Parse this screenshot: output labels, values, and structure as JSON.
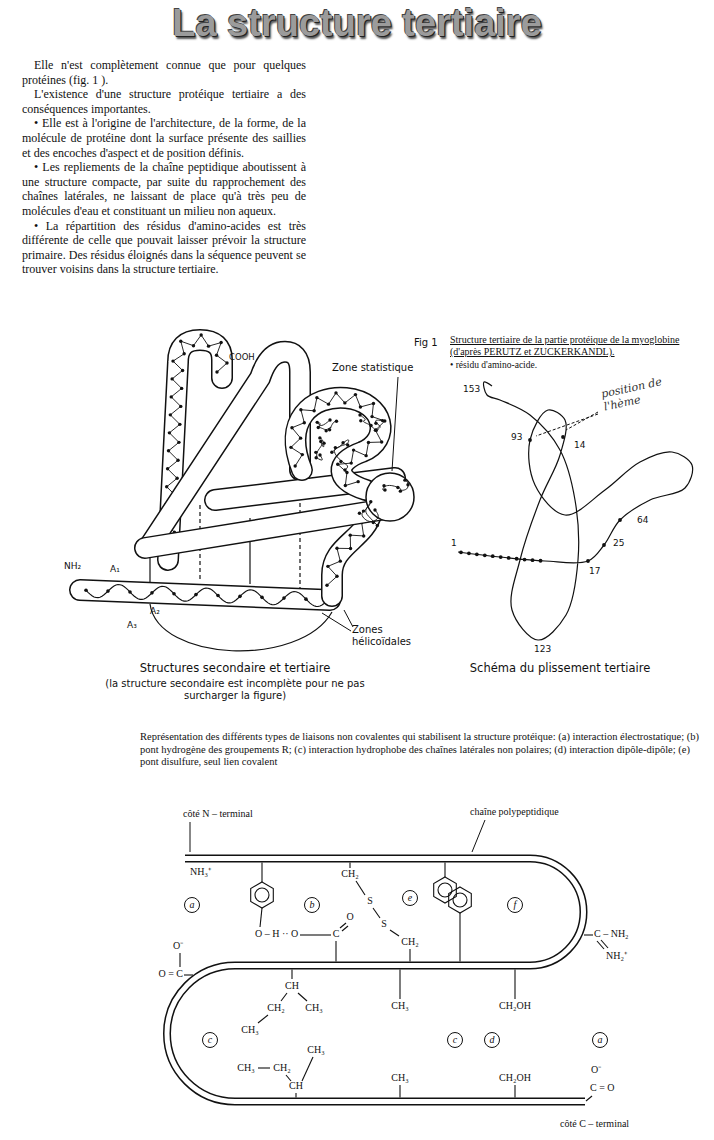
{
  "diagram": {
    "title": "La structure tertiaire",
    "nodes": [
      {
        "text": [
          "a"
        ]
      },
      {
        "text": [
          "b"
        ]
      },
      {
        "text": [
          "e"
        ]
      },
      {
        "text": [
          "f"
        ]
      },
      {
        "text": [
          "c"
        ]
      },
      {
        "text": [
          "c"
        ]
      },
      {
        "text": [
          "d"
        ]
      },
      {
        "text": [
          "a"
        ]
      }
    ],
    "labels": [
      "Elle n'est complètement connue que pour quelques protéines (fig. 1 ).",
      "L'existence d'une structure protéique tertiaire a des conséquences importantes.",
      "• Elle est à l'origine de l'architecture, de la forme, de la molécule de protéine dont la surface présente des saillies et des encoches d'aspect et de position définis.",
      "• Les repliements de la chaîne peptidique aboutissent à une structure compacte, par suite du rapprochement des chaînes latérales, ne laissant de place qu'à très peu de molécules d'eau et constituant un milieu non aqueux.",
      "• La répartition des résidus d'amino-acides est très différente de celle que pouvait laisser prévoir la structure primaire. Des résidus éloignés dans la séquence peuvent se trouver voisins dans la structure tertiaire.",
      "Fig 1",
      "Structure tertiaire de la partie protéique de la myoglobine (d'après PERUTZ et ZUCKERKANDL).",
      "• résidu d'amino-acide.",
      "position de l'hème",
      "COOH",
      "Zone statistique",
      "NH₂",
      "A₁",
      "A₂",
      "A₃",
      "Zones hélicoïdales",
      "Structures secondaire et tertiaire",
      "(la structure secondaire est incomplète pour ne pas surcharger la figure)",
      "153",
      "93",
      "14",
      "64",
      "25",
      "17",
      "1",
      "123",
      "Schéma du plissement tertiaire",
      "Représentation des différents types de liaisons non covalentes qui stabilisent la structure protéique: (a) interaction électrostatique; (b) pont hydrogène des groupements R; (c) interaction hydrophobe des chaînes latérales non polaires; (d) interaction dipôle-dipôle; (e) pont disulfure, seul lien covalent",
      "côté N – terminal",
      "chaîne polypeptidique",
      "NH₃⁺",
      "CH₂",
      "S",
      "S",
      "CH₂",
      "O – H ·· O",
      "C",
      "O",
      "O⁻",
      "O = C",
      "C – NH₂",
      "NH₂⁺",
      "CH",
      "CH₂",
      "CH₃",
      "CH₃",
      "CH₃",
      "CH₂OH",
      "CH₃",
      "CH₃",
      "CH₂",
      "CH",
      "CH₃",
      "CH₂OH",
      "O⁻",
      "C = O",
      "côté C – terminal"
    ]
  }
}
